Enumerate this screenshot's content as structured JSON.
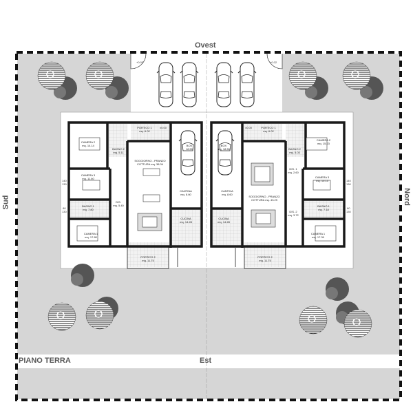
{
  "title": "PIANO TERRA",
  "orientation": {
    "top": "Ovest",
    "bottom": "Est",
    "left": "Sud",
    "right": "Nord"
  },
  "elevations": {
    "gate": "+0.02",
    "portico": "±0.00"
  },
  "side_dims": {
    "upper": [
      "140",
      "130"
    ],
    "lower": [
      "80",
      "130"
    ]
  },
  "units": [
    {
      "name": "left",
      "rooms": [
        {
          "name": "PORTICO 1",
          "area": "mq. 6.02"
        },
        {
          "name": "BAGNO 2",
          "area": "mq. 5.11"
        },
        {
          "name": "CAMERA 2",
          "area": "mq. 14.14"
        },
        {
          "name": "CAMERA 3",
          "area": "mq. 11.60"
        },
        {
          "name": "BAGNO 1",
          "area": "mq. 7.80"
        },
        {
          "name": "DIS.",
          "area": "mq. 5.40"
        },
        {
          "name": "CAMERA 1",
          "area": "mq. 17.80"
        },
        {
          "name": "SOGGIORNO - PRANZO",
          "area": "COTTURA mq. 38.34"
        },
        {
          "name": "BOX",
          "area": "18.50"
        },
        {
          "name": "CANTINA",
          "area": "mq. 8.60"
        },
        {
          "name": "CUCINA",
          "area": "mq. 14.28"
        },
        {
          "name": "PORTICO 2",
          "area": "mq. 11.75"
        }
      ]
    },
    {
      "name": "right",
      "rooms": [
        {
          "name": "PORTICO 1",
          "area": "mq. 6.02"
        },
        {
          "name": "BAGNO 2",
          "area": "mq. 5.03"
        },
        {
          "name": "CAMERA 2",
          "area": "mq. 15.23"
        },
        {
          "name": "DIS. 1",
          "area": "mq. 2.60"
        },
        {
          "name": "CAMERA 3",
          "area": "mq. 10.13"
        },
        {
          "name": "BAGNO 1",
          "area": "mq. 7.18"
        },
        {
          "name": "DIS. 2",
          "area": "mq. 3.72"
        },
        {
          "name": "CAMERA 1",
          "area": "mq. 17.39"
        },
        {
          "name": "SOGGIORNO - PRANZO",
          "area": "COTTURA mq. 43.29"
        },
        {
          "name": "BOX",
          "area": "mq. 18.50"
        },
        {
          "name": "CANTINA",
          "area": "mq. 8.60"
        },
        {
          "name": "CUCINA",
          "area": "mq. 14.28"
        },
        {
          "name": "PORTICO 2",
          "area": "mq. 11.75"
        }
      ]
    }
  ],
  "colors": {
    "ground": "#d6d6d6",
    "wall": "#1a1a1a",
    "tile": "#ececec",
    "label": "#555555"
  }
}
